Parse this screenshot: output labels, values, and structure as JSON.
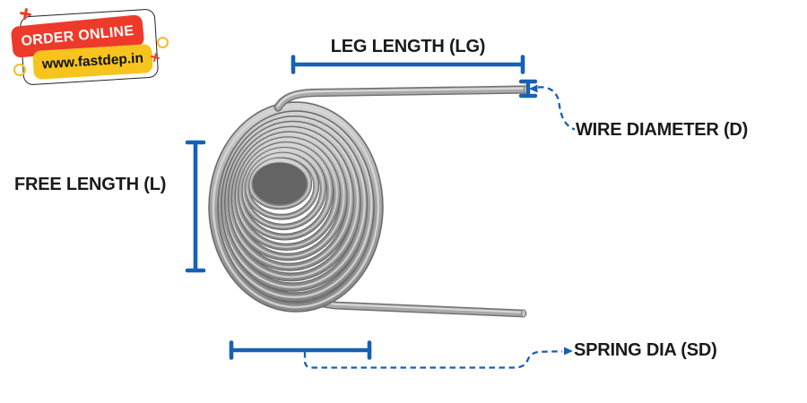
{
  "badge": {
    "order_text": "ORDER ONLINE",
    "website_text": "www.fastdep.in"
  },
  "labels": {
    "leg_length": "LEG LENGTH (LG)",
    "wire_diameter": "WIRE DIAMETER (D)",
    "free_length": "FREE LENGTH (L)",
    "spring_dia": "SPRING DIA (SD)"
  },
  "colors": {
    "dimension_blue": "#1661b4",
    "badge_red": "#ee3a2b",
    "badge_yellow": "#f6c41d",
    "badge_outline": "#222222",
    "label_text": "#1a1a1a"
  },
  "icons": {
    "plus_icon": "+",
    "circle_outline_icon": "○",
    "left_arrow_icon": "◄",
    "right_arrow_icon": "►",
    "wire_marker_icon": "I-beam"
  }
}
